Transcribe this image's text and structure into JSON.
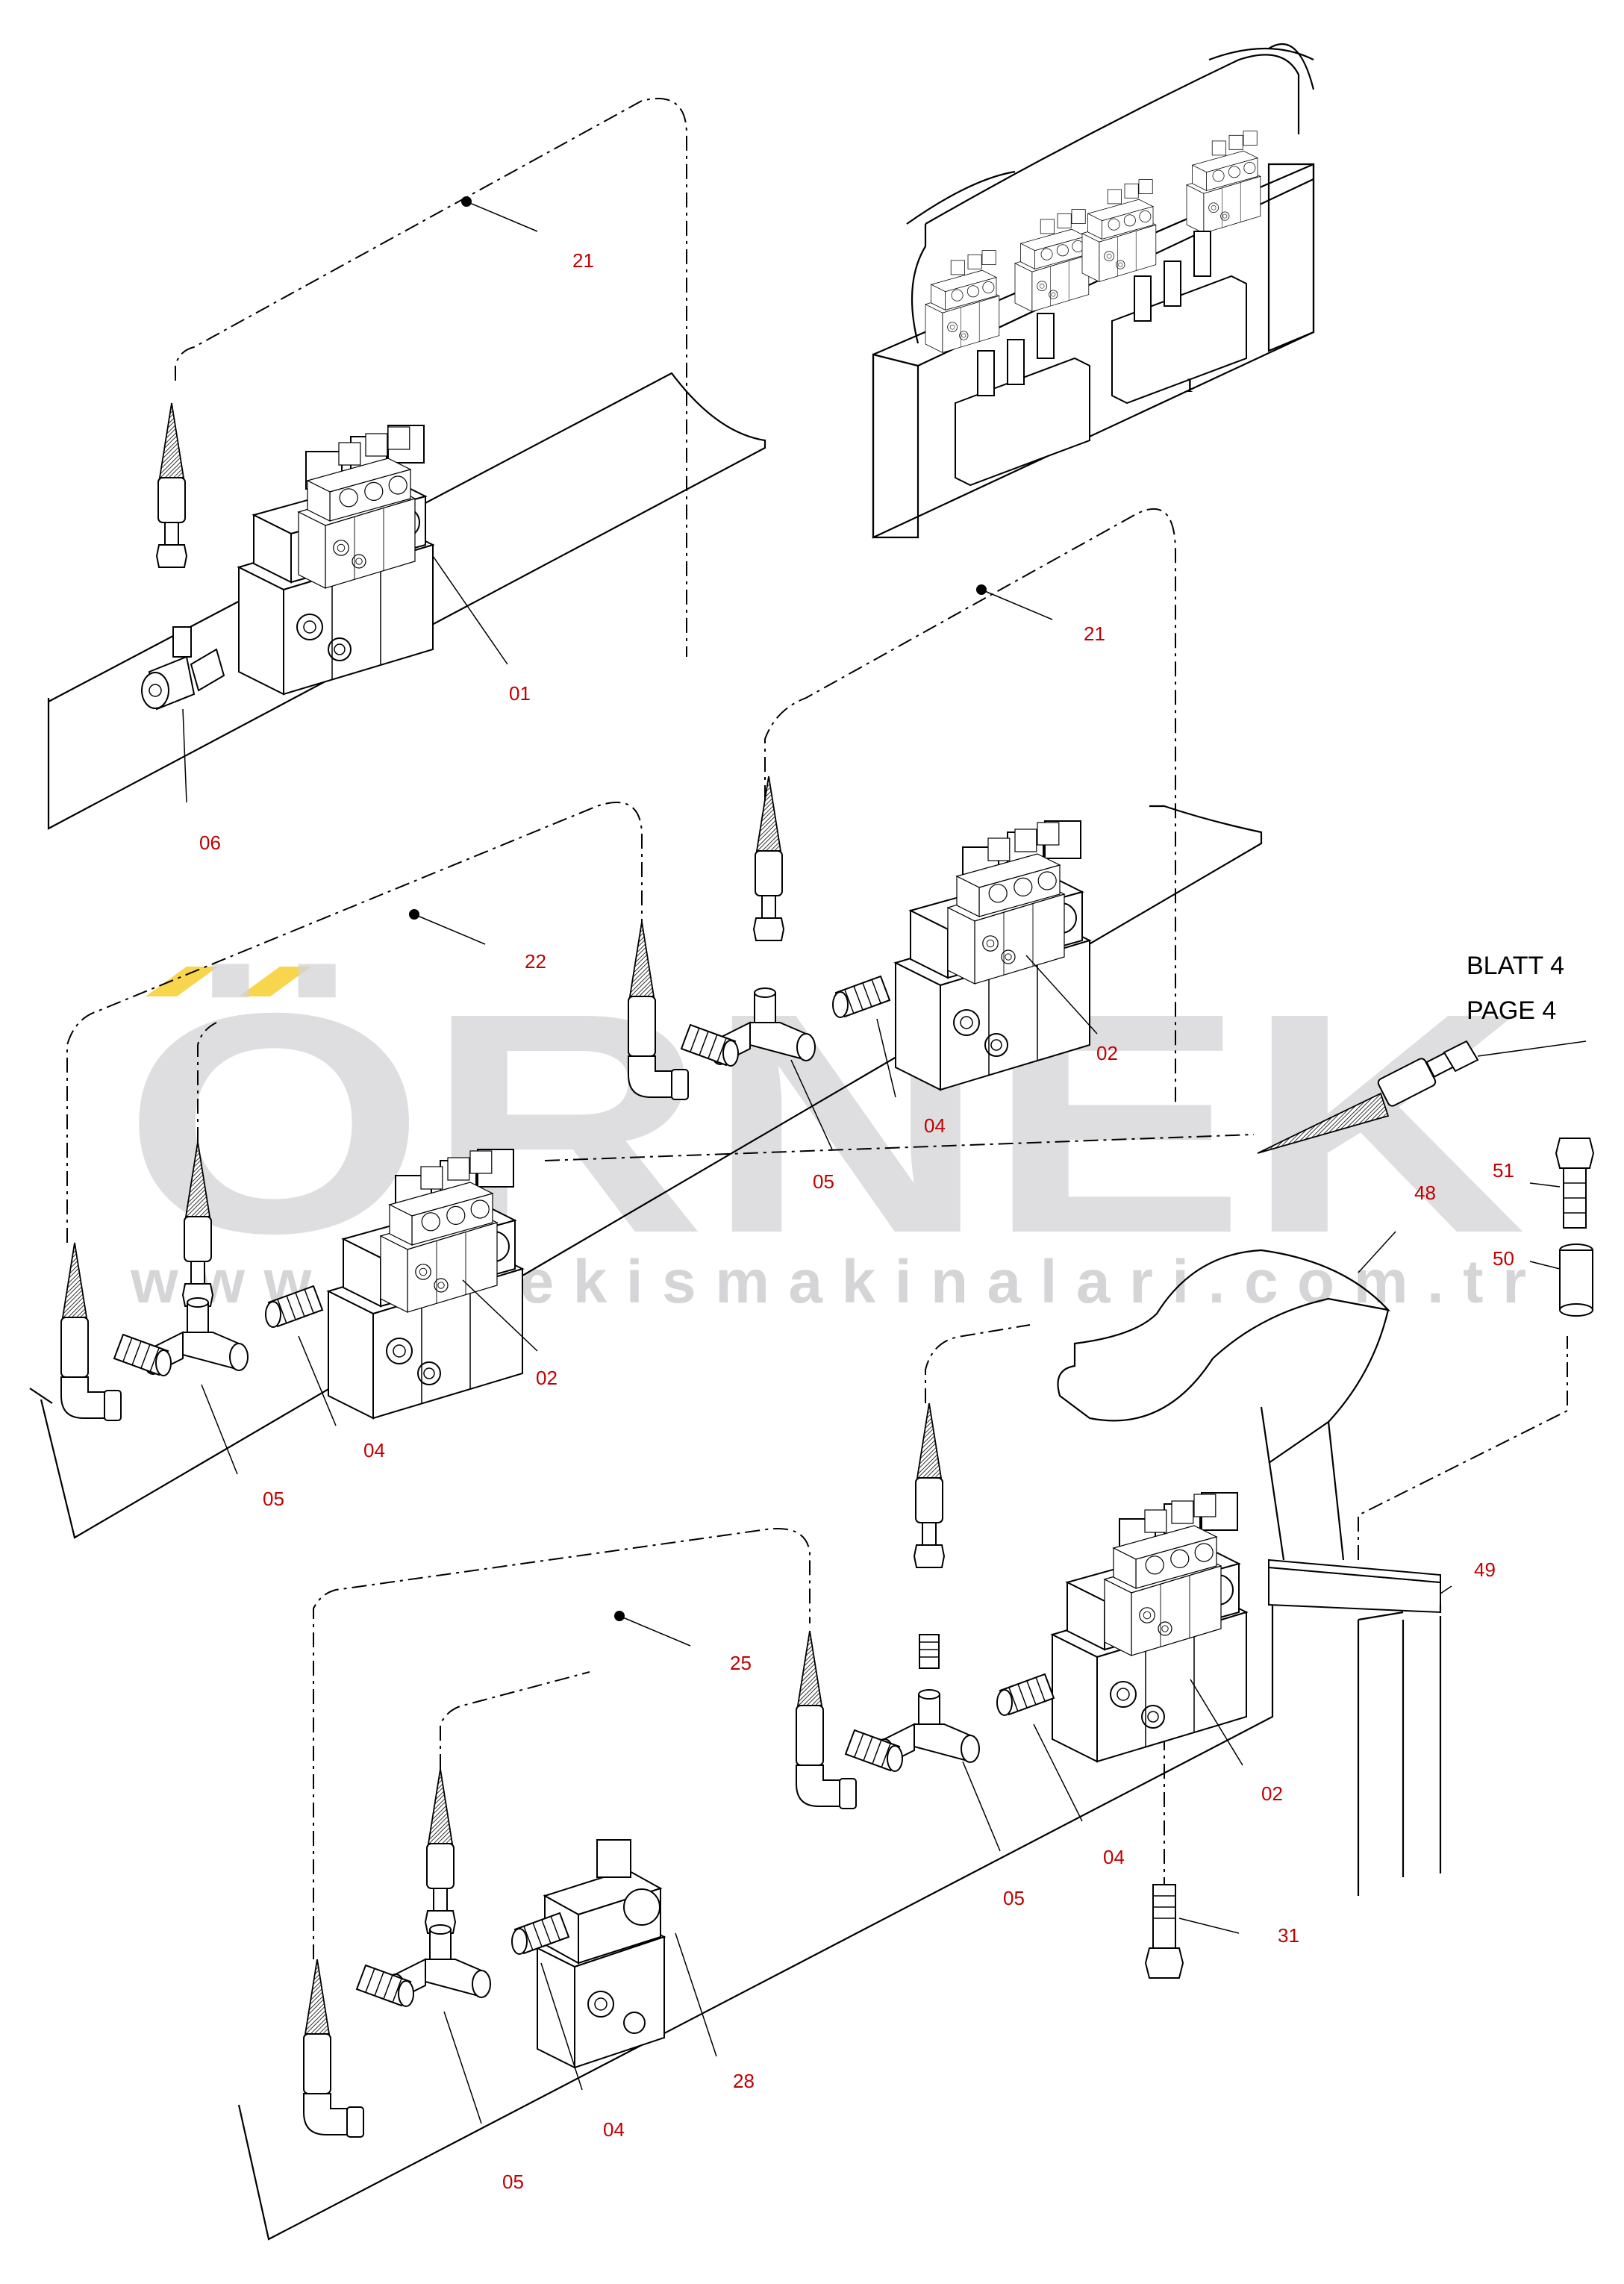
{
  "watermark": {
    "brand": "ÖRNEK",
    "url": "www.ornekismakinalari.com.tr",
    "brand_color": "#d4d4d8",
    "accent_color": "#f3c300"
  },
  "cross_reference": {
    "line1": "BLATT 4",
    "line2": "PAGE  4"
  },
  "callouts": [
    {
      "id": "c01",
      "text": "01"
    },
    {
      "id": "c06",
      "text": "06"
    },
    {
      "id": "c21a",
      "text": "21"
    },
    {
      "id": "c21b",
      "text": "21"
    },
    {
      "id": "c22",
      "text": "22"
    },
    {
      "id": "c02a",
      "text": "02"
    },
    {
      "id": "c04a",
      "text": "04"
    },
    {
      "id": "c05a",
      "text": "05"
    },
    {
      "id": "c02b",
      "text": "02"
    },
    {
      "id": "c04b",
      "text": "04"
    },
    {
      "id": "c05b",
      "text": "05"
    },
    {
      "id": "c48",
      "text": "48"
    },
    {
      "id": "c51",
      "text": "51"
    },
    {
      "id": "c50",
      "text": "50"
    },
    {
      "id": "c49",
      "text": "49"
    },
    {
      "id": "c25",
      "text": "25"
    },
    {
      "id": "c02c",
      "text": "02"
    },
    {
      "id": "c04c",
      "text": "04"
    },
    {
      "id": "c05c",
      "text": "05"
    },
    {
      "id": "c31",
      "text": "31"
    },
    {
      "id": "c28",
      "text": "28"
    },
    {
      "id": "c04d",
      "text": "04"
    },
    {
      "id": "c05d",
      "text": "05"
    }
  ],
  "colors": {
    "callout": "#c00000",
    "line": "#000000"
  }
}
